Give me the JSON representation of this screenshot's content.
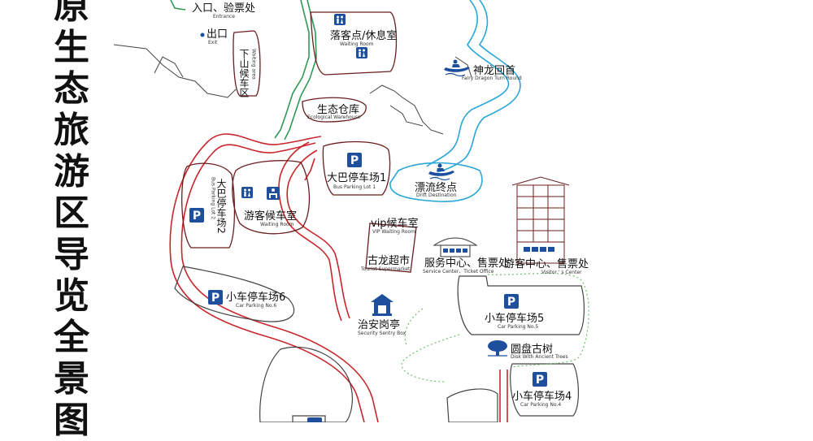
{
  "title_vertical": "原生态旅游区导览全景图",
  "labels": {
    "entrance_cn": "入口、验票处",
    "entrance_en": "Entrance",
    "exit_cn": "出口",
    "exit_en": "Exit",
    "down_waiting_cn": "下山候车区",
    "down_waiting_en": "Waiting area",
    "drop_off_cn": "落客点/休息室",
    "drop_off_en": "Waiting Room",
    "dragon_cn": "神龙回首",
    "dragon_en": "Fairy Dragon Turn Round",
    "eco_cn": "生态仓库",
    "eco_en": "Ecological Warehouse",
    "bus1_cn": "大巴停车场1",
    "bus1_en": "Bus Parking Lot 1",
    "drift_cn": "漂流终点",
    "drift_en": "Drift Destination",
    "bus2_cn": "大巴停车场2",
    "bus2_en": "Bus Parking Lot 2",
    "waiting_cn": "游客候车室",
    "waiting_en": "Waiting Room",
    "vip_cn": "vip候车室",
    "vip_en": "VIP Waiting Room",
    "supermarket_cn": "古龙超市",
    "supermarket_en": "Tourist Supermarket",
    "service_cn": "服务中心、售票处",
    "service_en": "Service Center、Ticket Office",
    "visitor_cn": "游客中心、售票处",
    "visitor_en": "Visitor ' s Center",
    "car6_cn": "小车停车场6",
    "car6_en": "Car Parking No.6",
    "car5_cn": "小车停车场5",
    "car5_en": "Car Parking No.5",
    "security_cn": "治安岗亭",
    "security_en": "Security Sentry Box",
    "tree_cn": "圆盘古树",
    "tree_en": "Disk With Ancient Trees",
    "car4_cn": "小车停车场4",
    "car4_en": "Car Parking No.4"
  },
  "colors": {
    "road_red": "#c8262b",
    "zone_outline": "#6b1e1e",
    "river_blue": "#2aa6d9",
    "path_green": "#2e9a55",
    "icon_blue": "#1d4f9c",
    "dotted_green": "#6fbf6f"
  }
}
